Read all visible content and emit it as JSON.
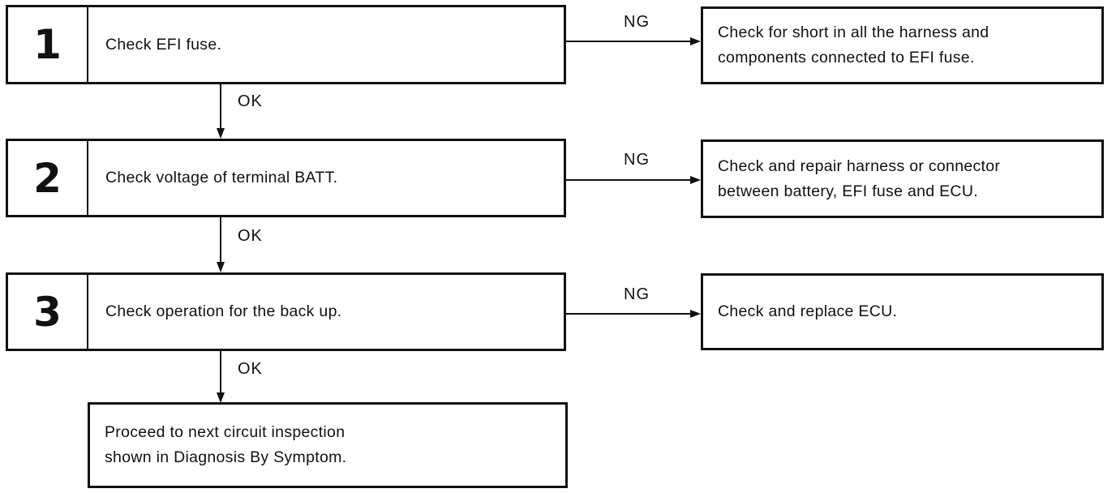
{
  "steps": [
    {
      "number": "1",
      "instruction": "Check EFI fuse.",
      "ok_label": "OK",
      "ng_label": "NG",
      "ng_action": {
        "line1": "Check for short in all the harness and",
        "line2": "components connected to EFI fuse."
      }
    },
    {
      "number": "2",
      "instruction": "Check voltage of terminal BATT.",
      "ok_label": "OK",
      "ng_label": "NG",
      "ng_action": {
        "line1": "Check and repair harness or connector",
        "line2": "between battery, EFI fuse and ECU."
      }
    },
    {
      "number": "3",
      "instruction": "Check operation for the back up.",
      "ok_label": "OK",
      "ng_label": "NG",
      "ng_action": {
        "line1": "Check and replace ECU."
      }
    }
  ],
  "final_box": {
    "line1": "Proceed to next circuit inspection",
    "line2": "shown in Diagnosis By Symptom."
  },
  "colors": {
    "ink": "#111111",
    "background": "#ffffff"
  }
}
